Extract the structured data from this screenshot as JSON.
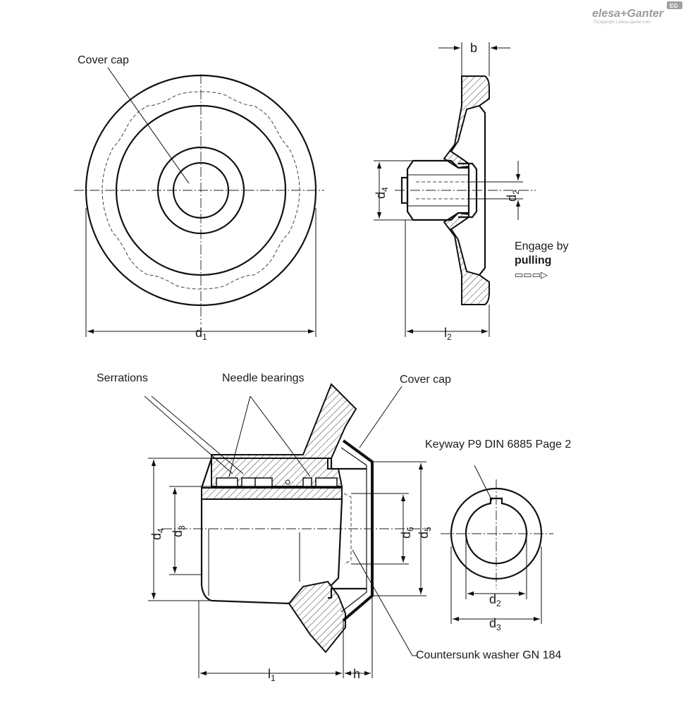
{
  "brand": {
    "logo_text": "elesa+Ganter",
    "copyright": "©Copyright | elesa-ganter.com",
    "badge": "EG"
  },
  "top_front_view": {
    "cover_cap_label": "Cover cap",
    "dim_d1": "d",
    "dim_d1_sub": "1"
  },
  "top_side_view": {
    "dim_b": "b",
    "dim_d4": "d",
    "dim_d4_sub": "4",
    "dim_d2": "d",
    "dim_d2_sub": "2",
    "dim_l2": "l",
    "dim_l2_sub": "2",
    "engage_line1": "Engage by",
    "engage_line2": "pulling",
    "engage_arrow": "▭▭▭▷"
  },
  "bottom_section": {
    "serrations_label": "Serrations",
    "needle_bearings_label": "Needle bearings",
    "cover_cap_label": "Cover cap",
    "washer_label": "Countersunk washer GN 184",
    "dim_d4": "d",
    "dim_d4_sub": "4",
    "dim_d3": "d",
    "dim_d3_sub": "3",
    "dim_d6": "d",
    "dim_d6_sub": "6",
    "dim_d5": "d",
    "dim_d5_sub": "5",
    "dim_l1": "l",
    "dim_l1_sub": "1",
    "dim_h": "h"
  },
  "keyway_view": {
    "keyway_label": "Keyway P9 DIN 6885 Page 2",
    "dim_d2": "d",
    "dim_d2_sub": "2",
    "dim_d3": "d",
    "dim_d3_sub": "3"
  }
}
